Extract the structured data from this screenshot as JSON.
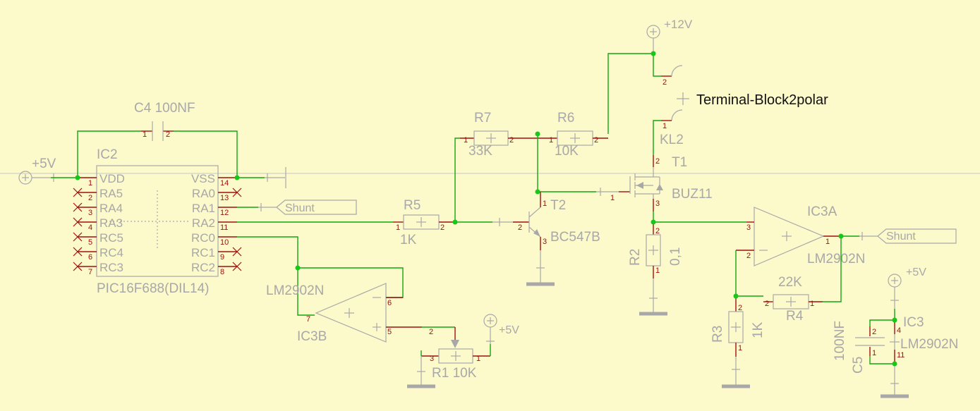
{
  "components": {
    "c4": {
      "name": "C4",
      "value": "100NF"
    },
    "ic2": {
      "name": "IC2",
      "part": "PIC16F688(DIL14)",
      "left_pins": [
        {
          "num": "1",
          "label": "VDD"
        },
        {
          "num": "2",
          "label": "RA5"
        },
        {
          "num": "3",
          "label": "RA4"
        },
        {
          "num": "4",
          "label": "RA3"
        },
        {
          "num": "5",
          "label": "RC5"
        },
        {
          "num": "6",
          "label": "RC4"
        },
        {
          "num": "7",
          "label": "RC3"
        }
      ],
      "right_pins": [
        {
          "num": "14",
          "label": "VSS"
        },
        {
          "num": "13",
          "label": "RA0"
        },
        {
          "num": "12",
          "label": "RA1"
        },
        {
          "num": "11",
          "label": "RA2"
        },
        {
          "num": "10",
          "label": "RC0"
        },
        {
          "num": "9",
          "label": "RC1"
        },
        {
          "num": "8",
          "label": "RC2"
        }
      ]
    },
    "r5": {
      "name": "R5",
      "value": "1K"
    },
    "r7": {
      "name": "R7",
      "value": "33K"
    },
    "r6": {
      "name": "R6",
      "value": "10K"
    },
    "t2": {
      "name": "T2",
      "part": "BC547B"
    },
    "t1": {
      "name": "T1",
      "part": "BUZ11"
    },
    "kl2": {
      "name": "KL2",
      "part": "Terminal-Block2polar"
    },
    "r2": {
      "name": "R2",
      "value": "0,1"
    },
    "ic3a": {
      "name": "IC3A",
      "part": "LM2902N"
    },
    "ic3b": {
      "name": "IC3B",
      "part": "LM2902N"
    },
    "r4": {
      "name": "R4",
      "value": "22K"
    },
    "r3": {
      "name": "R3",
      "value": "1K"
    },
    "r1": {
      "name": "R1",
      "value": "10K"
    },
    "c5": {
      "name": "C5",
      "value": "100NF"
    },
    "ic3": {
      "name": "IC3",
      "part": "LM2902N"
    }
  },
  "supplies": {
    "plus5v": "+5V",
    "plus12v": "+12V"
  },
  "nets": {
    "shunt": "Shunt"
  },
  "pins": {
    "one": "1",
    "two": "2",
    "three": "3",
    "four": "4",
    "five": "5",
    "six": "6",
    "seven": "7",
    "eleven": "11"
  },
  "colors": {
    "background": "#fcf9cb",
    "wire": "#12a812",
    "pin": "#a01010",
    "symbol": "#a8a8a8",
    "junction": "#18c818"
  }
}
